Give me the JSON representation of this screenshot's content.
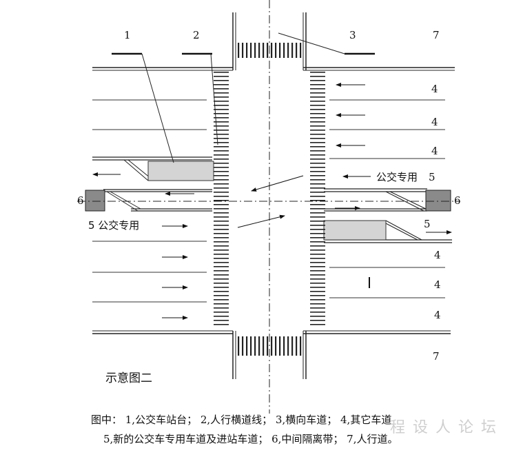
{
  "labels": {
    "n1": "1",
    "n2": "2",
    "n3": "3",
    "n7_top": "7",
    "n7_bottom": "7",
    "n4": "4",
    "n5": "5",
    "n6": "6",
    "bus_right": "公交专用",
    "bus_left": "5 公交专用",
    "diagram_title": "示意图二"
  },
  "caption": {
    "line1": "图中： 1,公交车站台； 2,人行横道线； 3,横向车道； 4,其它车道",
    "line2": "5,新的公交车专用车道及进站车道； 6,中间隔离带； 7,人行道。"
  },
  "watermark": "程 设 人 论 坛"
}
